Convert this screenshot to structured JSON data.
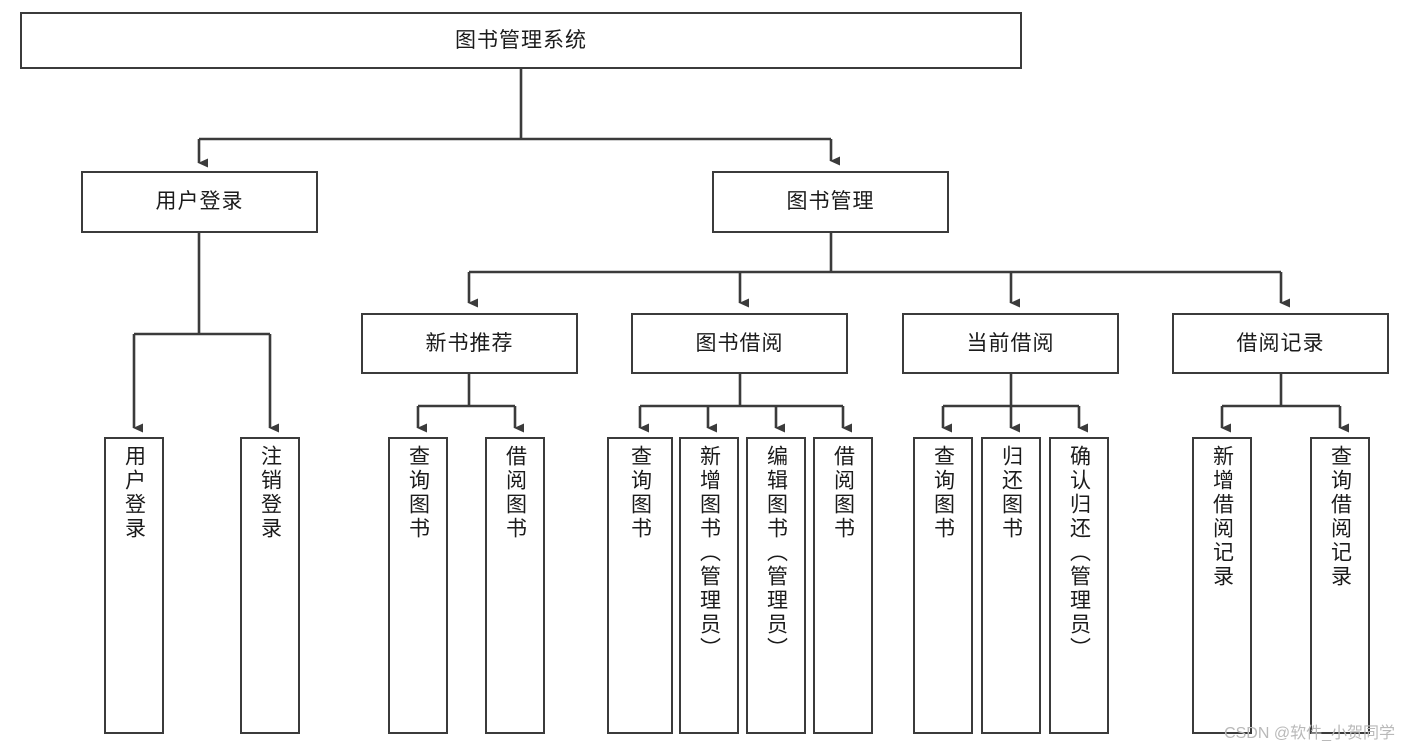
{
  "diagram": {
    "title": "图书管理系统",
    "type": "tree-hierarchy",
    "watermark": "CSDN @软件_小贺同学",
    "colors": {
      "background": "#ffffff",
      "box_border": "#3b3b3b",
      "box_fill": "#ffffff",
      "edge": "#3b3b3b",
      "text": "#1b1b1b",
      "watermark": "#b9b9b9"
    },
    "nodes": {
      "root": {
        "label": "图书管理系统"
      },
      "level1": [
        {
          "label": "用户登录"
        },
        {
          "label": "图书管理"
        }
      ],
      "level2": [
        {
          "label": "新书推荐"
        },
        {
          "label": "图书借阅"
        },
        {
          "label": "当前借阅"
        },
        {
          "label": "借阅记录"
        }
      ],
      "leaves": {
        "user_login": [
          {
            "label": "用户登录"
          },
          {
            "label": "注销登录"
          }
        ],
        "new_book_recommend": [
          {
            "label": "查询图书"
          },
          {
            "label": "借阅图书"
          }
        ],
        "book_borrow": [
          {
            "label": "查询图书"
          },
          {
            "label": "新增图书（管理员）"
          },
          {
            "label": "编辑图书（管理员）"
          },
          {
            "label": "借阅图书"
          }
        ],
        "current_borrow": [
          {
            "label": "查询图书"
          },
          {
            "label": "归还图书"
          },
          {
            "label": "确认归还（管理员）"
          }
        ],
        "borrow_record": [
          {
            "label": "新增借阅记录"
          },
          {
            "label": "查询借阅记录"
          }
        ]
      }
    }
  }
}
